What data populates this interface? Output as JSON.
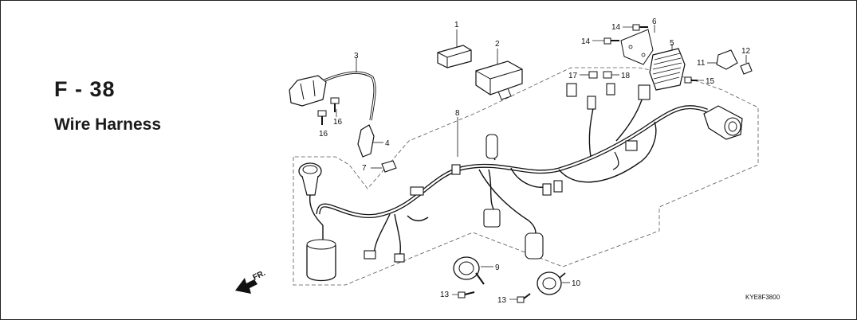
{
  "header": {
    "section_code": "F - 38",
    "section_title": "Wire Harness"
  },
  "callouts": {
    "p1": "1",
    "p2": "2",
    "p3": "3",
    "p4": "4",
    "p5": "5",
    "p6": "6",
    "p7": "7",
    "p8": "8",
    "p9": "9",
    "p10": "10",
    "p11": "11",
    "p12": "12",
    "p13a": "13",
    "p13b": "13",
    "p14a": "14",
    "p14b": "14",
    "p15": "15",
    "p16a": "16",
    "p16b": "16",
    "p17": "17",
    "p18": "18"
  },
  "direction_label": "FR.",
  "drawing_code": "KYE8F3800"
}
